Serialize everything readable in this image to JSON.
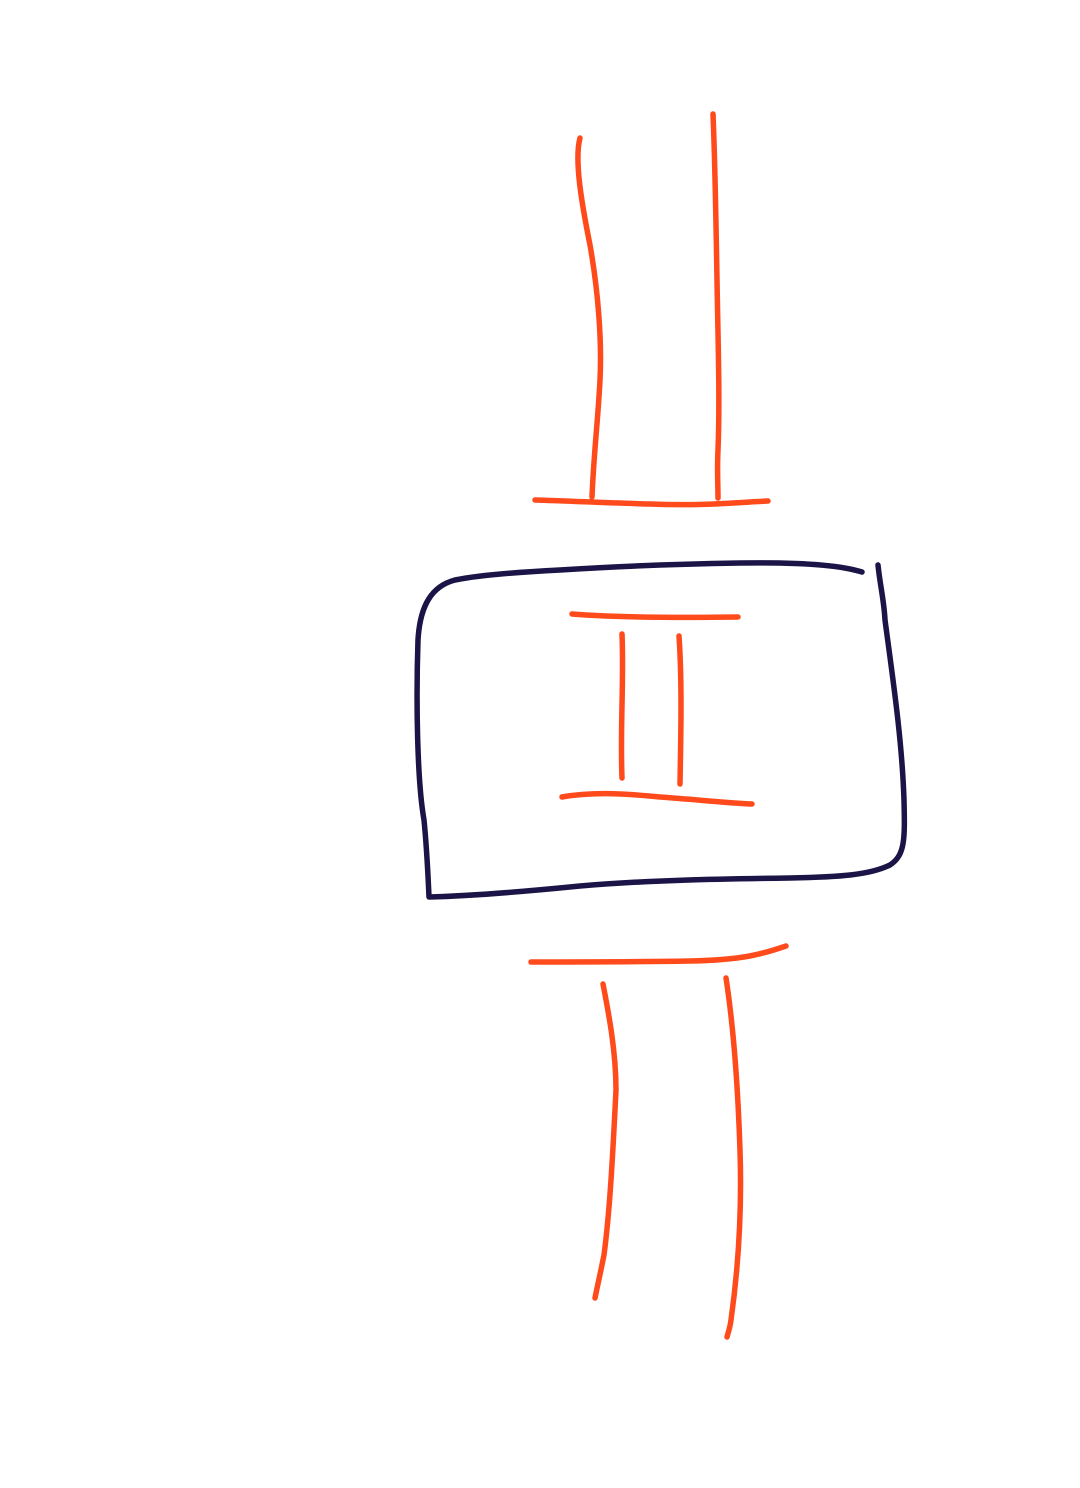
{
  "colors": {
    "background": "#ffffff",
    "accent_stroke": "#ff4a1c",
    "box_stroke": "#1b1446"
  },
  "drawing": {
    "style": "hand-drawn sketch",
    "elements": [
      "upper-vertical-line-left",
      "upper-vertical-line-right",
      "upper-horizontal-line",
      "rounded-box",
      "inner-top-bar",
      "inner-vertical-line-left",
      "inner-vertical-line-right",
      "inner-bottom-bar",
      "lower-horizontal-line",
      "lower-vertical-line-left",
      "lower-vertical-line-right"
    ]
  }
}
